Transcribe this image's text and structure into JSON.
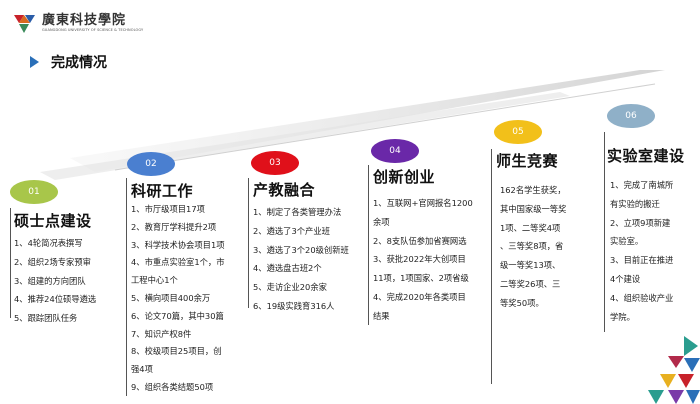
{
  "header": {
    "logo_name": "廣東科技學院",
    "logo_en": "GUANGDONG UNIVERSITY OF SCIENCE & TECHNOLOGY",
    "section_title": "完成情况"
  },
  "columns": [
    {
      "badge": "01",
      "badge_color": "#a8c64a",
      "heading": "硕士点建设",
      "lines": [
        "1、4轮简况表撰写",
        "2、组织2场专家预审",
        "3、组建的方向团队",
        "4、推荐24位硕导遴选",
        "5、跟踪团队任务"
      ]
    },
    {
      "badge": "02",
      "badge_color": "#4a7fd0",
      "heading": "科研工作",
      "lines": [
        "1、市厅级项目17项",
        "2、教育厅学科提升2项",
        "3、科学技术协会项目1项",
        "4、市重点实验室1个，市",
        "工程中心1个",
        "5、横向项目400余万",
        "6、论文70篇，其中30篇",
        "7、知识产权8件",
        "8、校级项目25项目，创",
        "强4项",
        "9、组织各类结题50项"
      ]
    },
    {
      "badge": "03",
      "badge_color": "#e0101a",
      "heading": "产教融合",
      "lines": [
        "1、制定了各类管理办法",
        "2、遴选了3个产业班",
        "3、遴选了3个20级创新班",
        "4、遴选盘古班2个",
        "5、走访企业20余家",
        "6、19级实践育316人"
      ]
    },
    {
      "badge": "04",
      "badge_color": "#6a28a8",
      "heading": "创新创业",
      "lines": [
        "1、互联网+官网报名1200",
        "余项",
        "2、8支队伍参加省赛网选",
        "3、获批2022年大创项目",
        "11项，1项国家、2项省级",
        "4、完成2020年各类项目",
        "结果"
      ]
    },
    {
      "badge": "05",
      "badge_color": "#f2c01a",
      "heading": "师生竞赛",
      "lines": [
        "162名学生获奖，",
        "其中国家级一等奖",
        "1项、二等奖4项",
        "、三等奖8项，省",
        "级一等奖13项、",
        "二等奖26项、三",
        "等奖50项。"
      ]
    },
    {
      "badge": "06",
      "badge_color": "#8fb0c8",
      "heading": "实验室建设",
      "lines": [
        "1、完成了南城所",
        "有实验的搬迁",
        "2、立项9项新建",
        "实验室。",
        "3、目前正在推进",
        "4个建设",
        "4、组织验收产业",
        "学院。"
      ]
    }
  ]
}
